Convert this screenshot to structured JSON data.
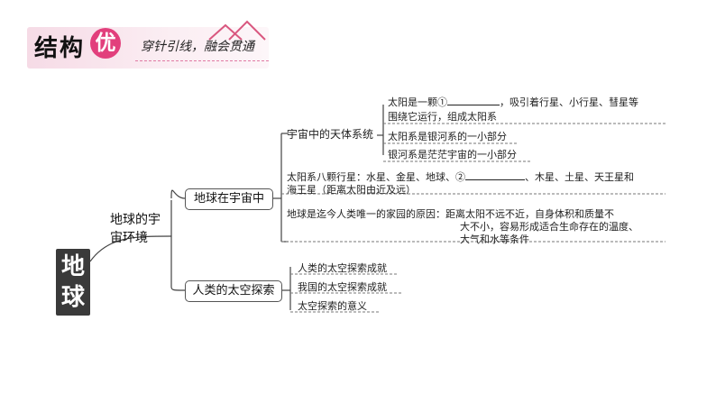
{
  "header": {
    "title": "结构",
    "badge": "优",
    "subtitle": "穿针引线，融会贯通"
  },
  "root": {
    "char1": "地",
    "char2": "球"
  },
  "branch": {
    "label_line1": "地球的宇",
    "label_line2": "宙环境"
  },
  "nodes": {
    "earth_in_universe": "地球在宇宙中",
    "human_space": "人类的太空探索"
  },
  "universe_group": {
    "label": "宇宙中的天体系统",
    "sun_line1_a": "太阳是一颗①",
    "sun_line1_b": "，吸引着行星、小行星、彗星等",
    "sun_line2": "围绕它运行，组成太阳系",
    "solar_in_milky": "太阳系是银河系的一小部分",
    "milky_in_universe": "银河系是茫茫宇宙的一小部分"
  },
  "planets": {
    "line1_a": "太阳系八颗行星：水星、金星、地球、②",
    "line1_b": "、木星、土星、天王星和",
    "line2": "海王星（距离太阳由近及远）"
  },
  "home": {
    "line1": "地球是迄今人类唯一的家园的原因：距离太阳不远不近，自身体积和质量不",
    "line2": "大不小，容易形成适合生命存在的温度、",
    "line3": "大气和水等条件"
  },
  "space": {
    "item1": "人类的太空探索成就",
    "item2": "我国的太空探索成就",
    "item3": "太空探索的意义"
  }
}
